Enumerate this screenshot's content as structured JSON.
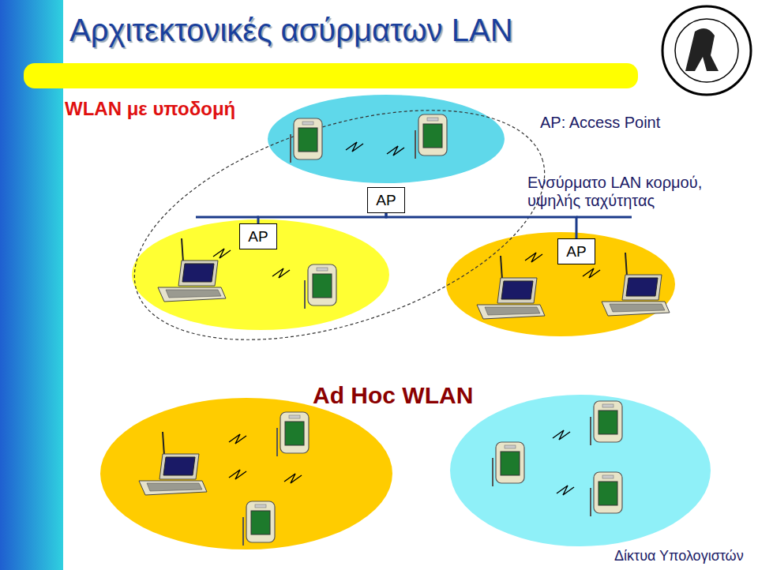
{
  "diagram": {
    "title": "Αρχιτεκτονικές ασύρματων LAN",
    "nodes": [
      {
        "text": [
          "AP"
        ]
      },
      {
        "text": [
          "AP"
        ]
      },
      {
        "text": [
          "AP"
        ]
      }
    ],
    "edges": [
      {
        "from": 1,
        "to": 0,
        "arrow": "none"
      },
      {
        "from": 0,
        "to": 2,
        "arrow": "none"
      }
    ],
    "labels": [
      "WLAN με υποδομή",
      "AP: Access Point",
      "Ενσύρματο LAN κορμού, υψηλής ταχύτητας",
      "Ad Hoc WLAN",
      "Δίκτυα Υπολογιστών"
    ]
  }
}
